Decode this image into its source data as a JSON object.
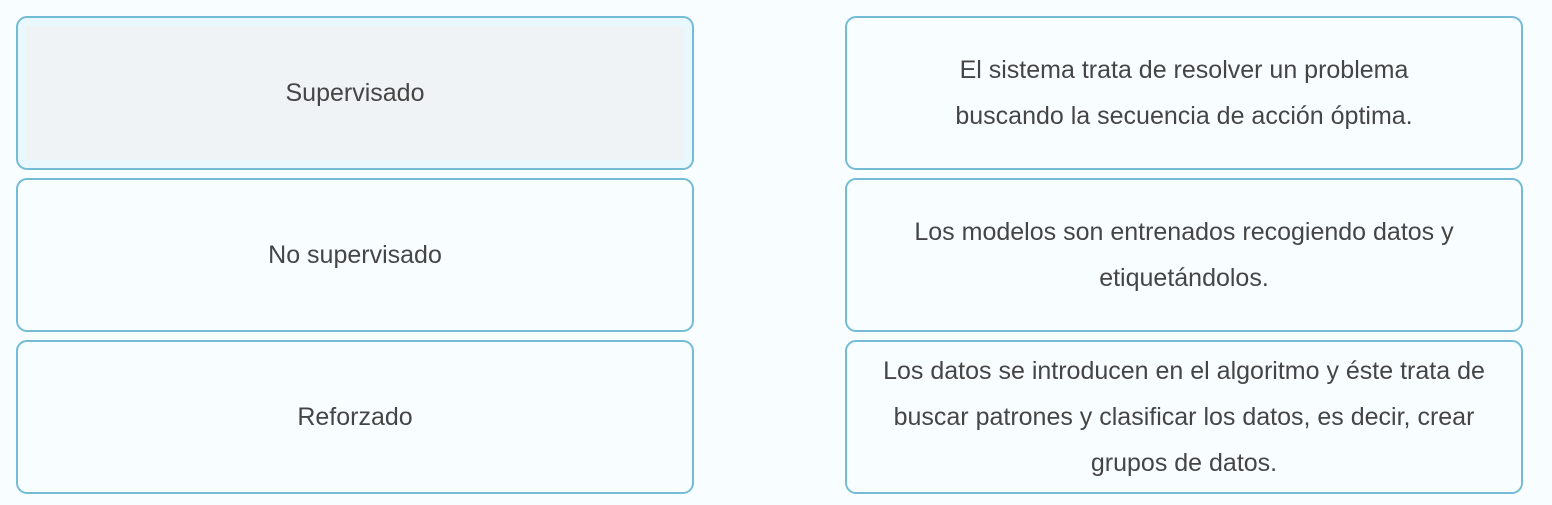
{
  "left_items": [
    "Supervisado",
    "No supervisado",
    "Reforzado"
  ],
  "right_items": [
    "El sistema trata de resolver un problema buscando la secuencia de acción óptima.",
    "Los modelos son entrenados recogiendo datos y etiquetándolos.",
    "Los datos se introducen en el algoritmo y éste trata de buscar patrones y clasificar los datos, es decir, crear grupos de datos."
  ],
  "selected_left_index": 0,
  "colors": {
    "border": "#74bcd5",
    "background": "#f8feff",
    "selected_fill": "#f0f3f5"
  }
}
